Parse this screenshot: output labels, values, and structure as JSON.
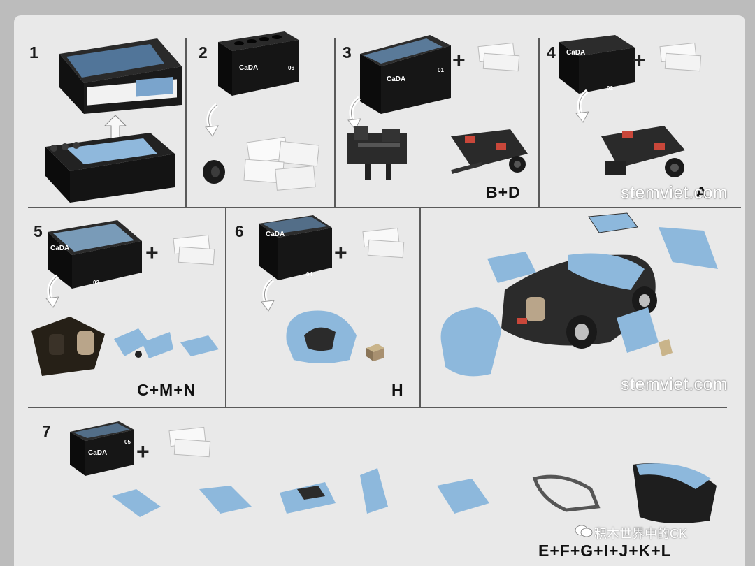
{
  "steps": [
    {
      "number": "1"
    },
    {
      "number": "2",
      "box_number": "06"
    },
    {
      "number": "3",
      "box_number": "01",
      "bag_codes": "B+D"
    },
    {
      "number": "4",
      "box_number": "02",
      "bag_codes": "A"
    },
    {
      "number": "5",
      "box_number": "03",
      "bag_codes": "C+M+N"
    },
    {
      "number": "6",
      "box_number": "04",
      "bag_codes": "H"
    },
    {
      "number": "7",
      "box_number": "05",
      "bag_codes": "E+F+G+I+J+K+L"
    }
  ],
  "brand_label": "CaDA",
  "plus_sign": "+",
  "watermark": "stemviet.com",
  "social_watermark": "积木世界中的CK",
  "colors": {
    "paper": "#e9e9e9",
    "box_black": "#161616",
    "model_blue": "#8db8dc",
    "divider": "#5a5a5a"
  },
  "icons": [
    "wechat-icon",
    "down-arrow-icon",
    "up-arrow-icon"
  ]
}
